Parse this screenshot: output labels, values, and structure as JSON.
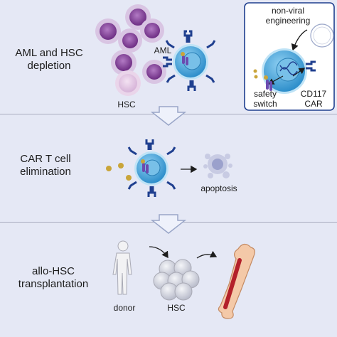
{
  "panel1": {
    "title": "AML and HSC\ndepletion",
    "label_aml": "AML",
    "label_hsc": "HSC",
    "inset": {
      "title": "non-viral\nengineering",
      "label_safety": "safety\nswitch",
      "label_car": "CD117\nCAR"
    }
  },
  "panel2": {
    "title": "CAR T cell\nelimination",
    "label_apoptosis": "apoptosis"
  },
  "panel3": {
    "title": "allo-HSC\ntransplantation",
    "label_donor": "donor",
    "label_hsc": "HSC"
  },
  "colors": {
    "background": "#e5e8f5",
    "aml_purple": "#7b3b8f",
    "tcell_blue": "#3fa0d9",
    "receptor_blue": "#1f3f8f",
    "drug_gold": "#c9a53a",
    "arrow_fill": "#eef1fb",
    "arrow_stroke": "#9aa6c8"
  }
}
